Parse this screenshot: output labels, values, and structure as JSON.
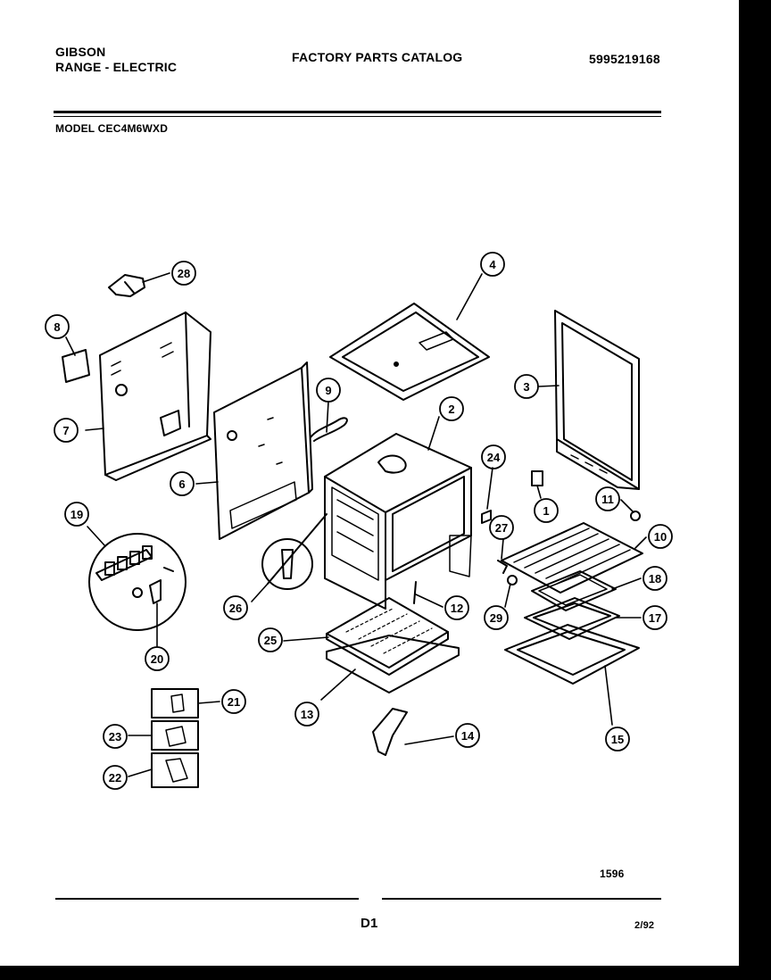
{
  "header": {
    "brand": "GIBSON",
    "product": "RANGE - ELECTRIC",
    "catalog_title": "FACTORY PARTS CATALOG",
    "part_number": "5995219168",
    "model": "MODEL CEC4M6WXD"
  },
  "footer": {
    "page_id": "D1",
    "ref_number": "1596",
    "revision_date": "2/92"
  },
  "callouts": {
    "c1": "1",
    "c2": "2",
    "c3": "3",
    "c4": "4",
    "c6": "6",
    "c7": "7",
    "c8": "8",
    "c9": "9",
    "c10": "10",
    "c11": "11",
    "c12": "12",
    "c13": "13",
    "c14": "14",
    "c15": "15",
    "c17": "17",
    "c18": "18",
    "c19": "19",
    "c20": "20",
    "c21": "21",
    "c22": "22",
    "c23": "23",
    "c24": "24",
    "c25": "25",
    "c26": "26",
    "c27": "27",
    "c28": "28",
    "c29": "29"
  },
  "colors": {
    "ink": "#000000",
    "paper": "#ffffff",
    "border": "#000000"
  }
}
